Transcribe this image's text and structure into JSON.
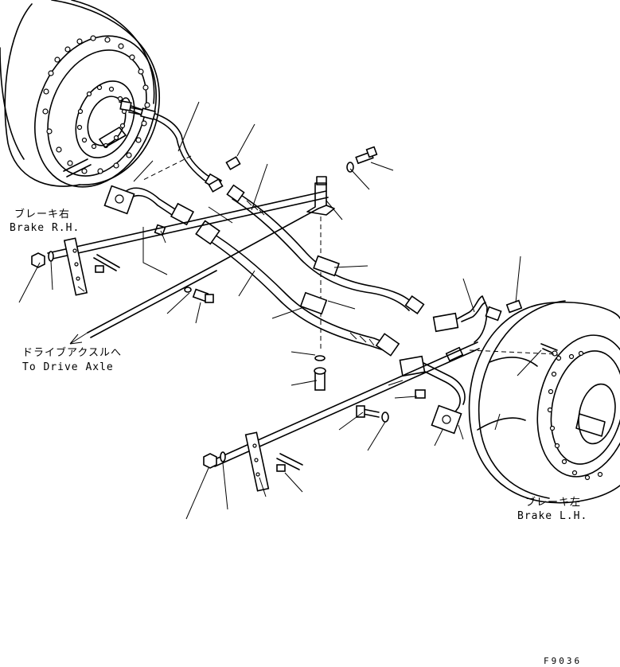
{
  "labels": {
    "brake_rh_jp": "ブレーキ右",
    "brake_rh_en": "Brake R.H.",
    "to_axle_jp": "ドライブアクスルへ",
    "to_axle_en": "To Drive  Axle",
    "brake_lh_jp": "ブレーキ左",
    "brake_lh_en": "Brake L.H.",
    "figure_code": "F9036"
  }
}
